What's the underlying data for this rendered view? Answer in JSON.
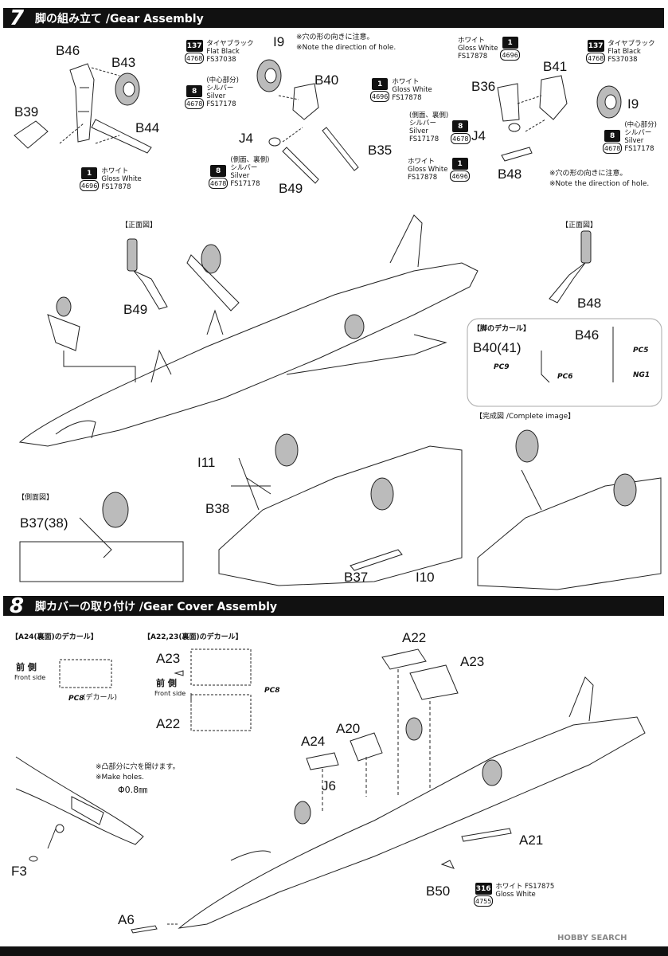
{
  "step7": {
    "num": "7",
    "title": "脚の組み立て /Gear Assembly"
  },
  "step8": {
    "num": "8",
    "title": "脚カバーの取り付け /Gear Cover Assembly"
  },
  "parts": {
    "B46a": "B46",
    "B43": "B43",
    "B39": "B39",
    "B44": "B44",
    "I9a": "I9",
    "B40": "B40",
    "J4a": "J4",
    "B35": "B35",
    "B49a": "B49",
    "B36": "B36",
    "B41": "B41",
    "I9b": "I9",
    "J4b": "J4",
    "B48a": "B48",
    "B49b": "B49",
    "B48b": "B48",
    "B40_41": "B40(41)",
    "B46b": "B46",
    "I11": "I11",
    "B38": "B38",
    "B37": "B37",
    "I10": "I10",
    "B37_38": "B37(38)",
    "A22a": "A22",
    "A23a": "A23",
    "A20": "A20",
    "A24": "A24",
    "J6": "J6",
    "A21": "A21",
    "B50": "B50",
    "F3": "F3",
    "A6": "A6",
    "A23b": "A23",
    "A22b": "A22"
  },
  "paints": {
    "p1": {
      "num": "137",
      "code": "4768",
      "lines": [
        "タイヤブラック",
        "Flat Black",
        "FS37038"
      ]
    },
    "p2": {
      "num": "8",
      "code": "4678",
      "lines": [
        "(中心部分)",
        "シルバー",
        "Silver",
        "FS17178"
      ]
    },
    "p3": {
      "num": "8",
      "code": "4678",
      "lines": [
        "(側面、裏側)",
        "シルバー",
        "Silver",
        "FS17178"
      ]
    },
    "p4": {
      "num": "1",
      "code": "4696",
      "lines": [
        "ホワイト",
        "Gloss White",
        "FS17878"
      ]
    },
    "p5": {
      "num": "1",
      "code": "4696",
      "lines": [
        "ホワイト",
        "Gloss White",
        "FS17878"
      ]
    },
    "p6": {
      "num": "1",
      "code": "4696",
      "lines": [
        "ホワイト",
        "Gloss White",
        "FS17878"
      ]
    },
    "p7": {
      "num": "8",
      "code": "4678",
      "lines": [
        "(側面、裏側)",
        "シルバー",
        "Silver",
        "FS17178"
      ]
    },
    "p8": {
      "num": "1",
      "code": "4696",
      "lines": [
        "ホワイト",
        "Gloss White",
        "FS17878"
      ]
    },
    "p9": {
      "num": "137",
      "code": "4768",
      "lines": [
        "タイヤブラック",
        "Flat Black",
        "FS37038"
      ]
    },
    "p10": {
      "num": "8",
      "code": "4678",
      "lines": [
        "(中心部分)",
        "シルバー",
        "Silver",
        "FS17178"
      ]
    },
    "p11": {
      "num": "316",
      "code": "4755",
      "lines": [
        "ホワイト FS17875",
        "Gloss White"
      ]
    }
  },
  "notes": {
    "hole_jp": "※穴の形の向きに注意。",
    "hole_en": "※Note the direction of hole.",
    "front_view_a": "【正面図】",
    "front_view_b": "【正面図】",
    "side_view": "【側面図】",
    "gear_decal": "【脚のデカール】",
    "complete": "【完成図 /Complete image】",
    "a24_decal": "【A24(裏面)のデカール】",
    "a22_decal": "【A22,23(裏面)のデカール】",
    "front_jp": "前 側",
    "front_en": "Front side",
    "pc8_decal": "(デカール)",
    "make_holes_jp": "※凸部分に穴を開けます。",
    "make_holes_en": "※Make holes.",
    "diameter": "Φ0.8㎜"
  },
  "decals": {
    "PC5": "PC5",
    "NG1": "NG1",
    "PC9": "PC9",
    "PC6": "PC6",
    "PC8a": "PC8",
    "PC8b": "PC8"
  },
  "watermark": "HOBBY SEARCH"
}
